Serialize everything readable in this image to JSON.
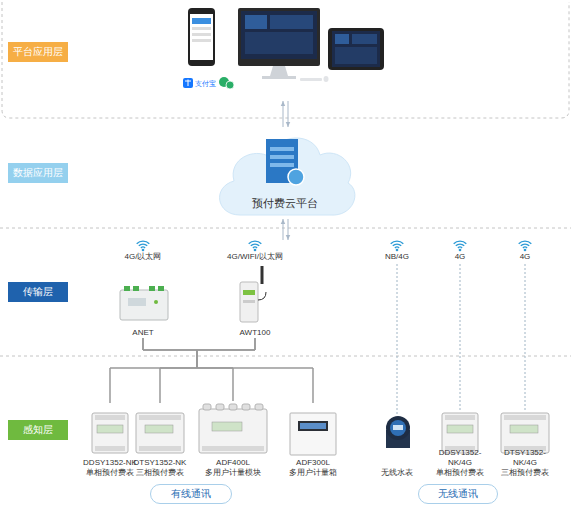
{
  "diagram": {
    "nodes": [
      {
        "text": [
          "平台应用层"
        ]
      },
      {
        "text": [
          "数据应用层"
        ]
      },
      {
        "text": [
          "预付费云平台"
        ]
      },
      {
        "text": [
          "传输层"
        ]
      },
      {
        "text": [
          "ANET"
        ]
      },
      {
        "text": [
          "AWT100"
        ]
      },
      {
        "text": [
          "感知层"
        ]
      },
      {
        "text": [
          "DDSY1352-NK",
          "单相预付费表"
        ]
      },
      {
        "text": [
          "DTSY1352-NK",
          "三相预付费表"
        ]
      },
      {
        "text": [
          "ADF400L",
          "多用户计量模块"
        ]
      },
      {
        "text": [
          "ADF300L",
          "多用户计量箱"
        ]
      },
      {
        "text": [
          "无线水表"
        ]
      },
      {
        "text": [
          "DDSY1352-NK/4G",
          "单相预付费表"
        ]
      },
      {
        "text": [
          "DTSY1352-NK/4G",
          "三相预付费表"
        ]
      },
      {
        "text": [
          "有线通讯"
        ]
      },
      {
        "text": [
          "无线通讯"
        ]
      }
    ],
    "edges": [
      {
        "from": 4,
        "to": 7,
        "arrow": "none"
      },
      {
        "from": 4,
        "to": 8,
        "arrow": "none"
      },
      {
        "from": 4,
        "to": 9,
        "arrow": "none"
      },
      {
        "from": 4,
        "to": 10,
        "arrow": "none"
      },
      {
        "from": 5,
        "to": 7,
        "arrow": "none"
      },
      {
        "from": 5,
        "to": 8,
        "arrow": "none"
      },
      {
        "from": 5,
        "to": 9,
        "arrow": "none"
      },
      {
        "from": 5,
        "to": 10,
        "arrow": "none"
      }
    ],
    "labels": [
      "支付宝",
      "4G/以太网",
      "4G/WIFI/以太网",
      "NB/4G",
      "4G",
      "4G"
    ]
  }
}
